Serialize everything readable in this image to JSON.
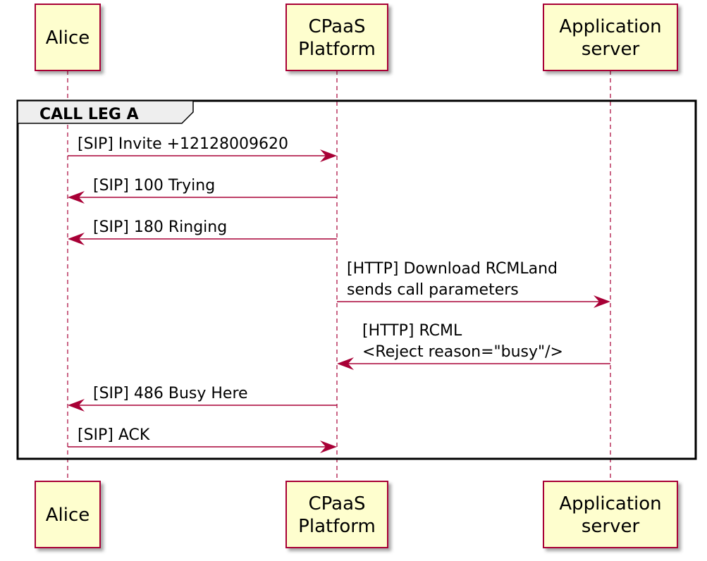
{
  "participants": [
    {
      "id": "alice",
      "lines": [
        "Alice"
      ]
    },
    {
      "id": "cpaas",
      "lines": [
        "CPaaS",
        "Platform"
      ]
    },
    {
      "id": "app",
      "lines": [
        "Application",
        "server"
      ]
    }
  ],
  "group": {
    "title": "CALL LEG A"
  },
  "messages": [
    {
      "from": "alice",
      "to": "cpaas",
      "lines": [
        "[SIP] Invite +12128009620"
      ]
    },
    {
      "from": "cpaas",
      "to": "alice",
      "lines": [
        "[SIP] 100 Trying"
      ]
    },
    {
      "from": "cpaas",
      "to": "alice",
      "lines": [
        "[SIP] 180 Ringing"
      ]
    },
    {
      "from": "cpaas",
      "to": "app",
      "lines": [
        "[HTTP] Download RCMLand",
        "sends call parameters"
      ]
    },
    {
      "from": "app",
      "to": "cpaas",
      "lines": [
        "[HTTP] RCML",
        "<Reject reason=\"busy\"/>"
      ]
    },
    {
      "from": "cpaas",
      "to": "alice",
      "lines": [
        "[SIP] 486 Busy Here"
      ]
    },
    {
      "from": "alice",
      "to": "cpaas",
      "lines": [
        "[SIP] ACK"
      ]
    }
  ],
  "colors": {
    "actor_fill": "#FEFECE",
    "actor_border": "#A80036",
    "arrow": "#A80036",
    "group_tab": "#EEEEEE"
  }
}
